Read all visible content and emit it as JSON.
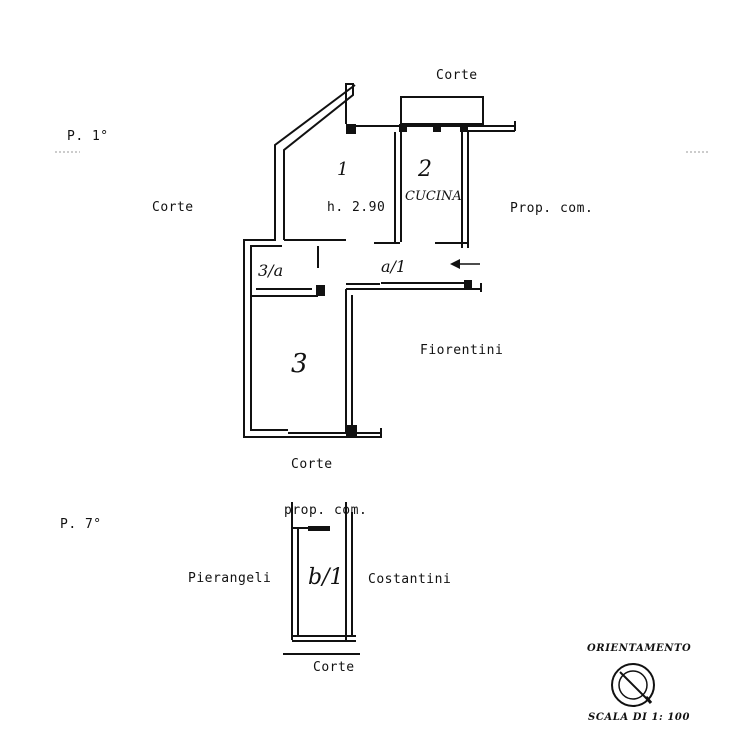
{
  "floors": {
    "first": {
      "label": "P. 1°",
      "neighbors": {
        "top": "Corte",
        "left": "Corte",
        "right": "Prop. com.",
        "middle_right": "Fiorentini",
        "bottom": "Corte"
      },
      "rooms": {
        "r1": "1",
        "r1_height": "h. 2.90",
        "r2": "2",
        "r2_name": "CUCINA",
        "r3": "3",
        "r_bath": "3/a",
        "r_hall": "a/1"
      }
    },
    "seventh": {
      "label": "P. 7°",
      "neighbors": {
        "top": "prop. com.",
        "left": "Pierangeli",
        "right": "Costantini",
        "bottom": "Corte"
      },
      "rooms": {
        "cellar": "b/1"
      }
    }
  },
  "legend": {
    "orientation_title": "ORIENTAMENTO",
    "scale": "SCALA DI 1: 100"
  }
}
